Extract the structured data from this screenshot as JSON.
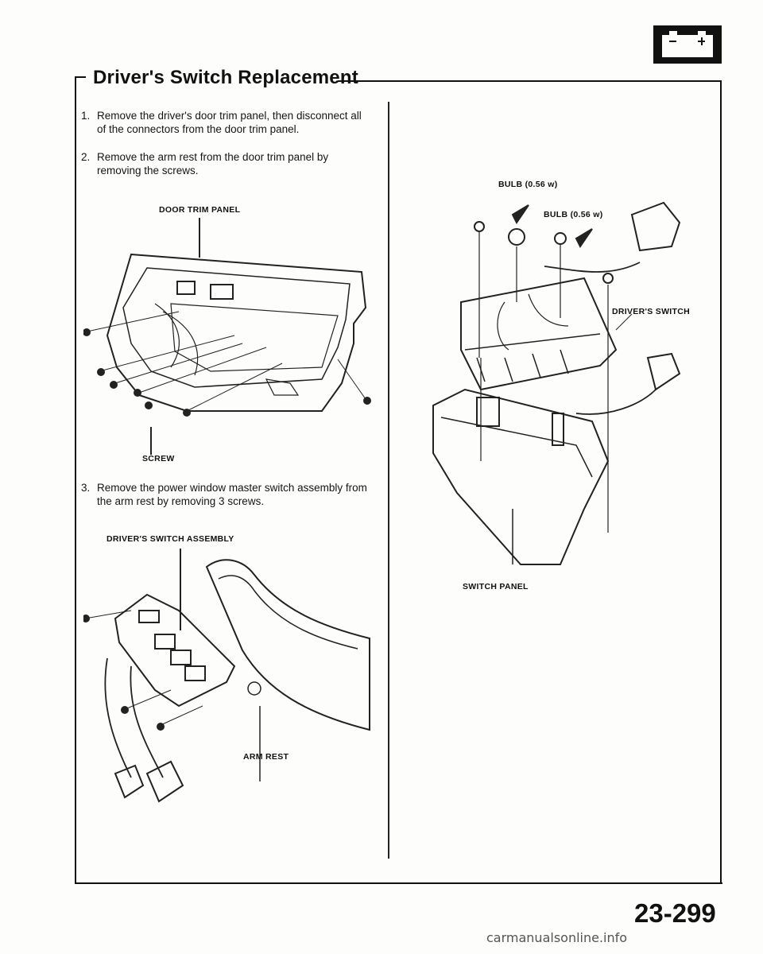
{
  "header": {
    "title": "Driver's Switch Replacement",
    "battery_icon": "battery-icon"
  },
  "steps": [
    {
      "num": "1.",
      "text": "Remove the driver's door trim panel, then disconnect all of the connectors from the door trim panel."
    },
    {
      "num": "2.",
      "text": "Remove the arm rest from the door trim panel by removing the screws."
    },
    {
      "num": "3.",
      "text": "Remove the power window master switch assembly from the arm rest by removing 3 screws."
    }
  ],
  "figures": {
    "door_trim": {
      "label_top": "DOOR TRIM PANEL",
      "label_bottom": "SCREW"
    },
    "switch_assembly": {
      "label_top": "DRIVER'S SWITCH ASSEMBLY",
      "label_bottom": "ARM REST"
    },
    "switch_exploded": {
      "bulb_1": "BULB (0.56 w)",
      "bulb_2": "BULB (0.56 w)",
      "drivers_switch": "DRIVER'S SWITCH",
      "switch_panel": "SWITCH PANEL"
    }
  },
  "page_number": "23-299",
  "footer": "carmanualsonline.info"
}
